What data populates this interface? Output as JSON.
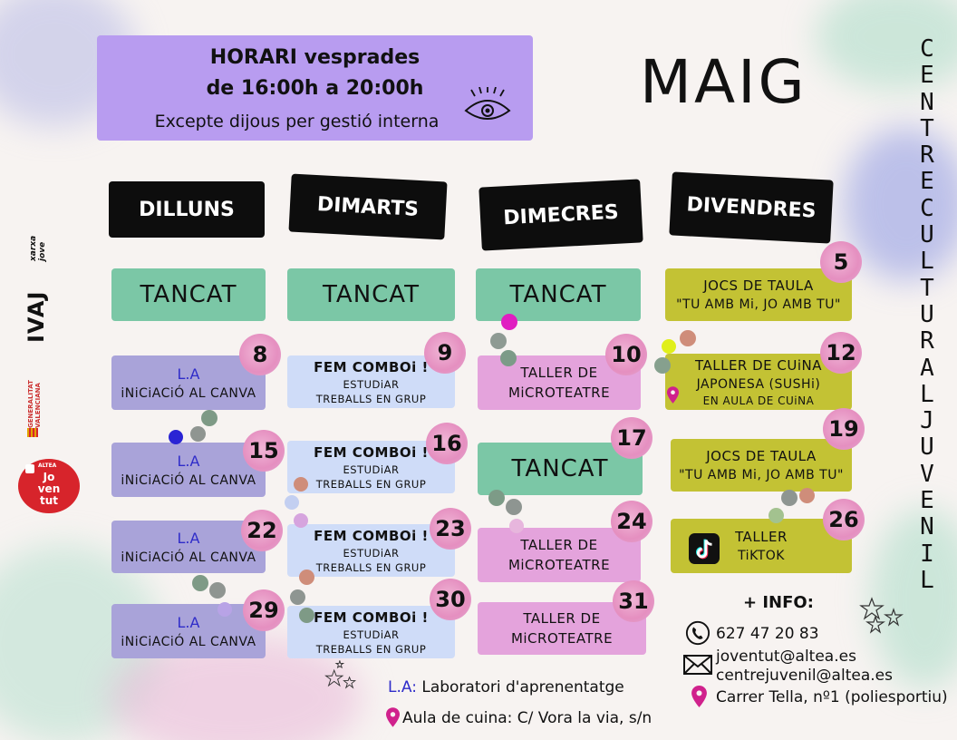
{
  "header": {
    "line1": "HORARI vesprades",
    "line2": "de 16:00h a 20:00h",
    "line3": "Excepte dijous per gestió interna"
  },
  "month": "MAIG",
  "vertical_title": "CENTRE CULTURAL JUVENIL",
  "days": [
    "DILLUNS",
    "DIMARTS",
    "DIMECRES",
    "DIVENDRES"
  ],
  "cards": {
    "mon_1": {
      "title": "TANCAT"
    },
    "tue_1": {
      "title": "TANCAT"
    },
    "wed_1": {
      "title": "TANCAT"
    },
    "fri_5": {
      "num": "5",
      "line1": "JOCS DE TAULA",
      "line2": "\"TU AMB Mi, JO AMB TU\""
    },
    "mon_8": {
      "num": "8",
      "line1": "L.A",
      "line2": "iNiCiACiÓ AL CANVA"
    },
    "tue_9": {
      "num": "9",
      "line1": "FEM COMBOi !",
      "line2": "ESTUDiAR",
      "line3": "TREBALLS EN GRUP"
    },
    "wed_10": {
      "num": "10",
      "line1": "TALLER DE",
      "line2": "MiCROTEATRE"
    },
    "fri_12": {
      "num": "12",
      "line1": "TALLER DE CUiNA",
      "line2": "JAPONESA (SUSHi)",
      "line3": "EN AULA DE CUiNA"
    },
    "mon_15": {
      "num": "15",
      "line1": "L.A",
      "line2": "iNiCiACiÓ AL CANVA"
    },
    "tue_16": {
      "num": "16",
      "line1": "FEM COMBOi !",
      "line2": "ESTUDiAR",
      "line3": "TREBALLS EN GRUP"
    },
    "wed_17": {
      "num": "17",
      "title": "TANCAT"
    },
    "fri_19": {
      "num": "19",
      "line1": "JOCS DE TAULA",
      "line2": "\"TU AMB Mi, JO AMB TU\""
    },
    "mon_22": {
      "num": "22",
      "line1": "L.A",
      "line2": "iNiCiACiÓ AL CANVA"
    },
    "tue_23": {
      "num": "23",
      "line1": "FEM COMBOi !",
      "line2": "ESTUDiAR",
      "line3": "TREBALLS EN GRUP"
    },
    "wed_24": {
      "num": "24",
      "line1": "TALLER DE",
      "line2": "MiCROTEATRE"
    },
    "fri_26": {
      "num": "26",
      "line1": "TALLER",
      "line2": "TiKTOK"
    },
    "mon_29": {
      "num": "29",
      "line1": "L.A",
      "line2": "iNiCiACiÓ AL CANVA"
    },
    "tue_30": {
      "num": "30",
      "line1": "FEM COMBOi !",
      "line2": "ESTUDiAR",
      "line3": "TREBALLS EN GRUP"
    },
    "wed_31": {
      "num": "31",
      "line1": "TALLER DE",
      "line2": "MiCROTEATRE"
    }
  },
  "info": {
    "title": "+ INFO:",
    "phone": "627 47 20 83",
    "email1": "joventut@altea.es",
    "email2": "centrejuvenil@altea.es",
    "address": "Carrer Tella, nº1 (poliesportiu)"
  },
  "legend": {
    "la_key": "L.A:",
    "la_text": "Laboratori d'aprenentatge",
    "aula": "Aula de cuina: C/ Vora la via, s/n"
  },
  "logos": {
    "xarxa": "xarxa jove",
    "ivaj": "IVAJ",
    "generalitat": "GENERALITAT VALENCIANA",
    "altea": "ALTEA",
    "joventut_1": "Jo",
    "joventut_2": "ven",
    "joventut_3": "tut"
  },
  "colors": {
    "header_purple": "#b89cf0",
    "tancat_green": "#7bc7a6",
    "la_lilac": "#a9a3d9",
    "fem_blue": "#cfdcf8",
    "taller_pink": "#e4a3dc",
    "jocs_olive": "#c3c234",
    "day_black": "#0d0d0d",
    "pin_magenta": "#d0218c",
    "joventut_red": "#d7242b"
  },
  "icons": [
    "eye-icon",
    "tiktok-icon",
    "phone-icon",
    "mail-icon",
    "location-pin-icon",
    "star-icon"
  ]
}
